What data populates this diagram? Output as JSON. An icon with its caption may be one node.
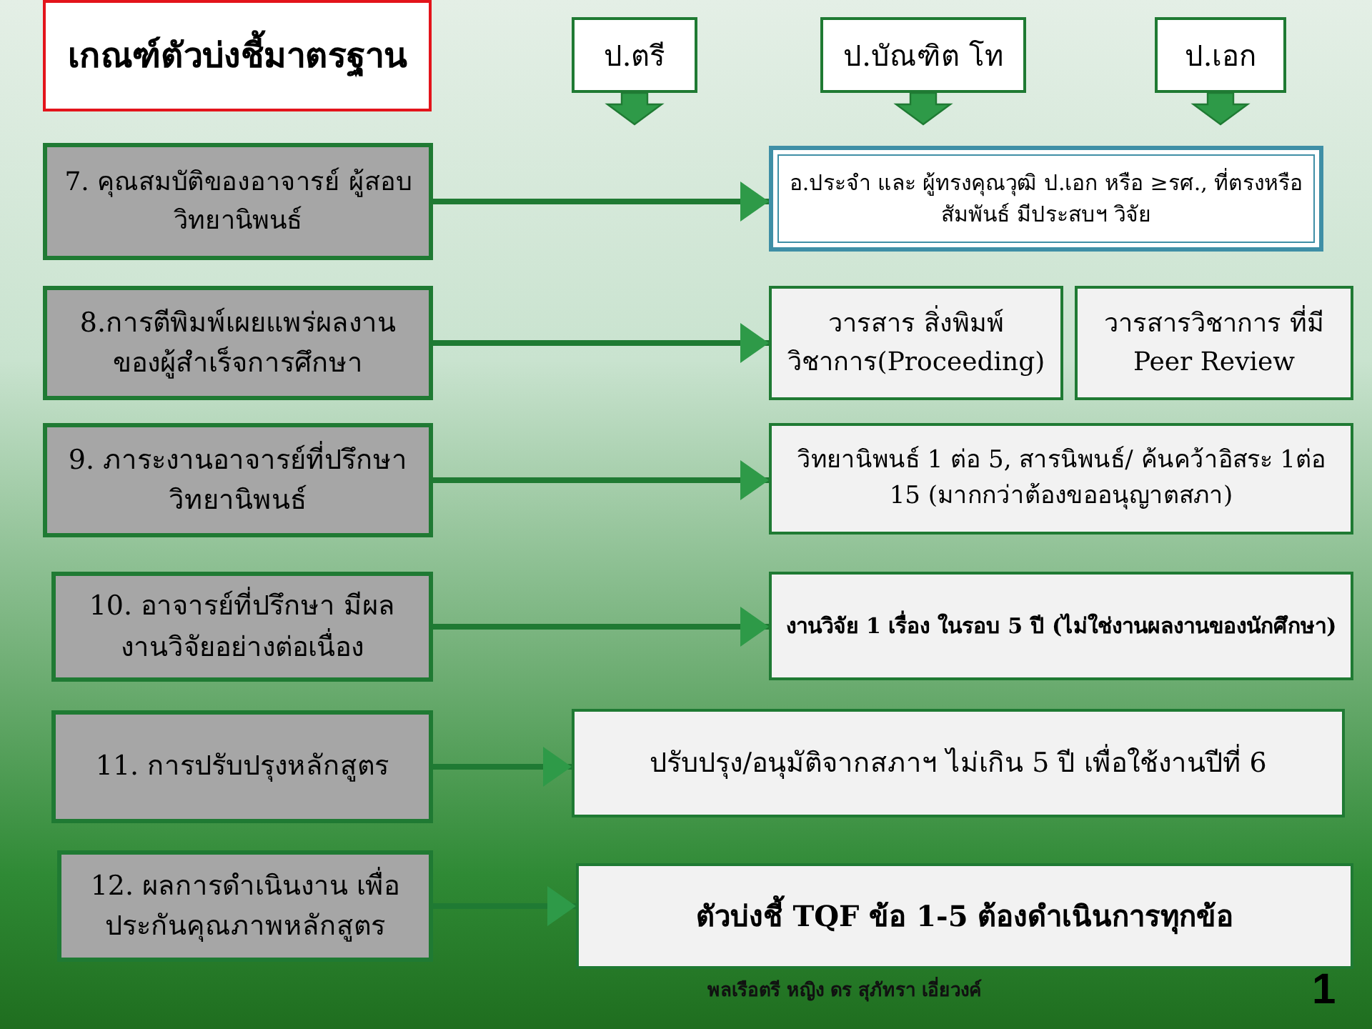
{
  "diagram": {
    "nodes": [
      {
        "text": [
          "เกณฑ์ตัวบ่งชี้มาตรฐาน"
        ]
      },
      {
        "text": [
          "ป.ตรี"
        ]
      },
      {
        "text": [
          "ป.บัณฑิต โท"
        ]
      },
      {
        "text": [
          "ป.เอก"
        ]
      },
      {
        "text": [
          "7. คุณสมบัติของอาจารย์ ผู้สอบวิทยานิพนธ์"
        ]
      },
      {
        "text": [
          "อ.ประจำ และ ผู้ทรงคุณวุฒิ ป.เอก หรือ ≥รศ., ที่ตรงหรือสัมพันธ์ มีประสบฯ วิจัย"
        ]
      },
      {
        "text": [
          "8.การตีพิมพ์เผยแพร่ผลงาน ของผู้สำเร็จการศึกษา"
        ]
      },
      {
        "text": [
          "วารสาร สิ่งพิมพ์ วิชาการ(Proceeding)"
        ]
      },
      {
        "text": [
          "วารสารวิชาการ ที่มี Peer Review"
        ]
      },
      {
        "text": [
          "9. ภาระงานอาจารย์ที่ปรึกษา วิทยานิพนธ์"
        ]
      },
      {
        "text": [
          "วิทยานิพนธ์ 1 ต่อ 5, สารนิพนธ์/ ค้นคว้าอิสระ 1ต่อ 15 (มากกว่าต้องขออนุญาตสภา)"
        ]
      },
      {
        "text": [
          "10. อาจารย์ที่ปรึกษา มีผลงานวิจัยอย่างต่อเนื่อง"
        ]
      },
      {
        "text": [
          "งานวิจัย 1 เรื่อง ในรอบ 5 ปี (ไม่ใช่งานผลงานของนักศึกษา)"
        ]
      },
      {
        "text": [
          "11. การปรับปรุงหลักสูตร"
        ]
      },
      {
        "text": [
          "ปรับปรุง/อนุมัติจากสภาฯ ไม่เกิน 5 ปี เพื่อใช้งานปีที่ 6"
        ]
      },
      {
        "text": [
          "12. ผลการดำเนินงาน เพื่อประกันคุณภาพหลักสูตร"
        ]
      },
      {
        "text": [
          "ตัวบ่งชี้ TQF ข้อ 1-5 ต้องดำเนินการทุกข้อ"
        ]
      }
    ],
    "edges": [
      {
        "from": 1,
        "to": null,
        "arrow": "to"
      },
      {
        "from": 2,
        "to": null,
        "arrow": "to"
      },
      {
        "from": 3,
        "to": null,
        "arrow": "to"
      },
      {
        "from": 4,
        "to": 5,
        "arrow": "to"
      },
      {
        "from": 6,
        "to": 7,
        "arrow": "to"
      },
      {
        "from": 9,
        "to": 10,
        "arrow": "to"
      },
      {
        "from": 11,
        "to": 12,
        "arrow": "to"
      },
      {
        "from": 13,
        "to": 14,
        "arrow": "to"
      },
      {
        "from": 15,
        "to": 16,
        "arrow": "to"
      }
    ],
    "labels": [
      "พลเรือตรี หญิง ดร สุภัทรา เอี่ยวงค์",
      "1"
    ]
  }
}
